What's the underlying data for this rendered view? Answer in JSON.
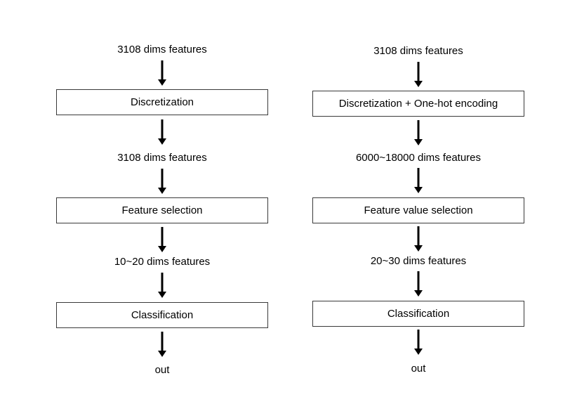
{
  "flows": {
    "left": {
      "input_label": "3108 dims features",
      "step1": "Discretization",
      "mid_label": "3108 dims features",
      "step2": "Feature selection",
      "reduced_label": "10~20 dims features",
      "step3": "Classification",
      "output_label": "out"
    },
    "right": {
      "input_label": "3108 dims features",
      "step1": "Discretization + One-hot encoding",
      "mid_label": "6000~18000 dims features",
      "step2": "Feature value selection",
      "reduced_label": "20~30 dims features",
      "step3": "Classification",
      "output_label": "out"
    }
  }
}
